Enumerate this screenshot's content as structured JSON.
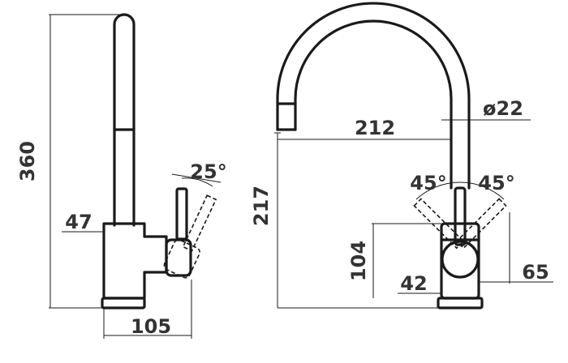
{
  "colors": {
    "line": "#1a1a1a",
    "text": "#333333",
    "background": "#ffffff"
  },
  "side_view": {
    "height_label": "360",
    "base_width_label": "105",
    "body_offset_label": "47",
    "lever_angle_label": "25°"
  },
  "front_view": {
    "spout_reach_label": "212",
    "spout_diameter_label": "ø22",
    "spout_height_label": "217",
    "body_height_label": "104",
    "body_width_label": "42",
    "lever_offset_label": "65",
    "lever_angle_left_label": "45°",
    "lever_angle_right_label": "45°"
  }
}
